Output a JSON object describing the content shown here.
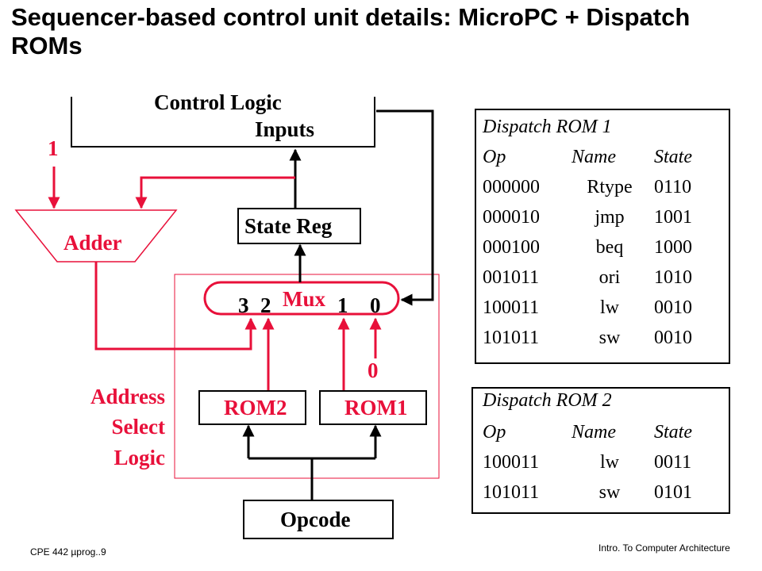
{
  "title": "Sequencer-based control unit details: MicroPC + Dispatch ROMs",
  "diagram": {
    "control_logic": "Control Logic",
    "inputs": "Inputs",
    "constant_one": "1",
    "adder": "Adder",
    "state_reg": "State Reg",
    "mux": "Mux",
    "mux_input_3": "3",
    "mux_input_2": "2",
    "mux_input_1": "1",
    "mux_input_0": "0",
    "constant_zero": "0",
    "rom2": "ROM2",
    "rom1": "ROM1",
    "address_select_logic": [
      "Address",
      "Select",
      "Logic"
    ],
    "opcode": "Opcode"
  },
  "dispatch_rom_1": {
    "title": "Dispatch ROM 1",
    "headers": [
      "Op",
      "Name",
      "State"
    ],
    "rows": [
      [
        "000000",
        "Rtype",
        "0110"
      ],
      [
        "000010",
        "jmp",
        "1001"
      ],
      [
        "000100",
        "beq",
        "1000"
      ],
      [
        "001011",
        "ori",
        "1010"
      ],
      [
        "100011",
        "lw",
        "0010"
      ],
      [
        "101011",
        "sw",
        "0010"
      ]
    ]
  },
  "dispatch_rom_2": {
    "title": "Dispatch ROM 2",
    "headers": [
      "Op",
      "Name",
      "State"
    ],
    "rows": [
      [
        "100011",
        "lw",
        "0011"
      ],
      [
        "101011",
        "sw",
        "0101"
      ]
    ]
  },
  "footer": {
    "left": "CPE 442  µprog..9",
    "right": "Intro. To Computer Architecture"
  },
  "colors": {
    "accent": "#e8103a",
    "line": "#000000"
  }
}
